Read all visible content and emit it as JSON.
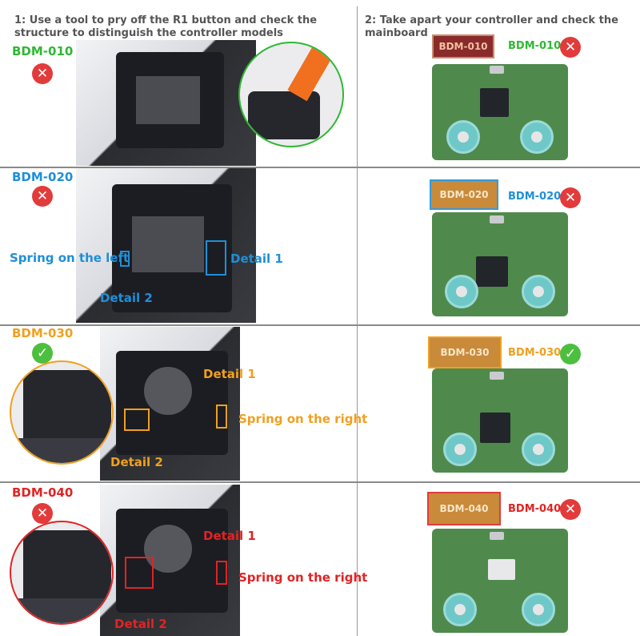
{
  "headers": {
    "left": "1: Use a tool to pry off the R1 button and check the structure to distinguish the controller models",
    "right": "2: Take apart your controller and check the mainboard"
  },
  "colors": {
    "green": "#2fb833",
    "blue": "#1f8fd8",
    "orange": "#f0a020",
    "red": "#e02424"
  },
  "rows": [
    {
      "model": "BDM-010",
      "status": "incompatible",
      "status_symbol": "✕",
      "board_label": "BDM-010",
      "board_tag": "BDM-010"
    },
    {
      "model": "BDM-020",
      "status": "incompatible",
      "status_symbol": "✕",
      "board_label": "BDM-020",
      "board_tag": "BDM-020",
      "labels": {
        "spring": "Spring on the left",
        "detail1": "Detail 1",
        "detail2": "Detail 2"
      }
    },
    {
      "model": "BDM-030",
      "status": "compatible",
      "status_symbol": "✓",
      "board_label": "BDM-030",
      "board_tag": "BDM-030",
      "labels": {
        "spring": "Spring on the right",
        "detail1": "Detail 1",
        "detail2": "Detail 2"
      }
    },
    {
      "model": "BDM-040",
      "status": "incompatible",
      "status_symbol": "✕",
      "board_label": "BDM-040",
      "board_tag": "BDM-040",
      "labels": {
        "spring": "Spring on the right",
        "detail1": "Detail 1",
        "detail2": "Detail 2"
      }
    }
  ]
}
